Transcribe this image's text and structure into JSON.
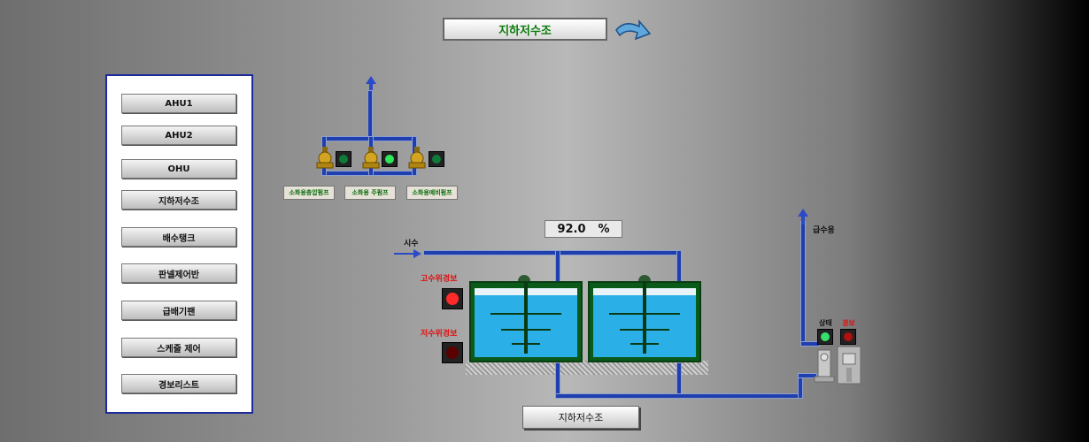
{
  "header": {
    "title": "지하저수조"
  },
  "nav": {
    "items": [
      {
        "label": "AHU1"
      },
      {
        "label": "AHU2"
      },
      {
        "label": "OHU"
      },
      {
        "label": "지하저수조"
      },
      {
        "label": "배수탱크"
      },
      {
        "label": "판넬제어반"
      },
      {
        "label": "급배기팬"
      },
      {
        "label": "스케줄 제어"
      },
      {
        "label": "경보리스트"
      }
    ]
  },
  "pumps": {
    "labels": [
      "소화용충압펌프",
      "소화용 주펌프",
      "소화용예비펌프"
    ],
    "status_colors": [
      "#0d7a3a",
      "#2ee85a",
      "#0d7a3a"
    ]
  },
  "tank": {
    "level_value": "92.0",
    "level_unit": "%",
    "inlet_label": "시수",
    "high_alarm_label": "고수위경보",
    "low_alarm_label": "저수위경보",
    "high_alarm_color": "#ff2a2a",
    "low_alarm_color": "#5a0000"
  },
  "supply": {
    "label": "급수용",
    "status_label": "상태",
    "alarm_label": "경보",
    "status_color": "#36e06a",
    "alarm_color": "#b01010"
  },
  "footer": {
    "label": "지하저수조"
  },
  "colors": {
    "pipe": "#1f3fae",
    "water": "#2ab0e6",
    "tank": "#0a5a1a",
    "alarm_text": "#e01010"
  }
}
